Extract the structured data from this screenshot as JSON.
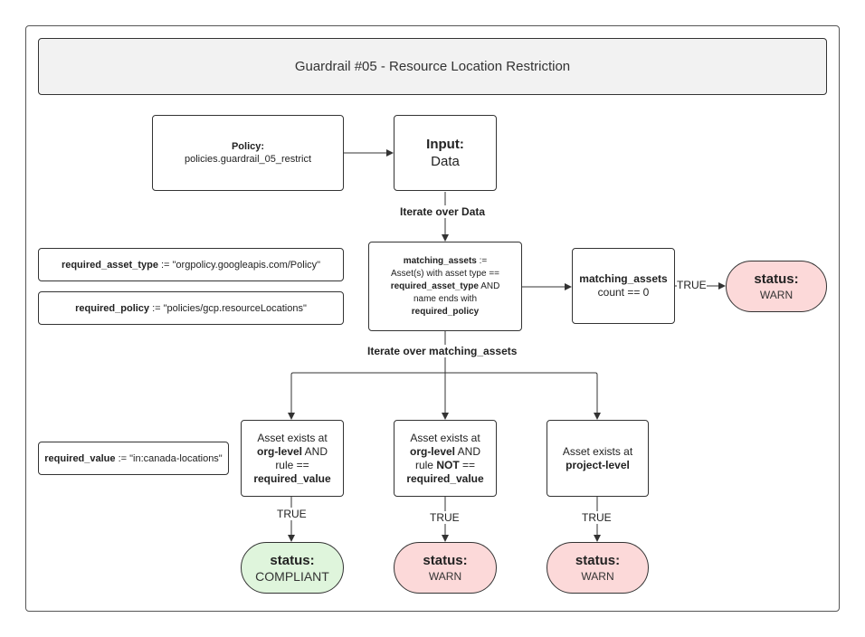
{
  "title": "Guardrail #05 - Resource Location Restriction",
  "policy": {
    "heading": "Policy:",
    "value": "policies.guardrail_05_restrict"
  },
  "input": {
    "heading": "Input:",
    "value": "Data"
  },
  "edge_labels": {
    "iterate_data": "Iterate over Data",
    "iterate_assets": "Iterate over matching_assets",
    "true_top": "TRUE",
    "true_1": "TRUE",
    "true_2": "TRUE",
    "true_3": "TRUE"
  },
  "vars": {
    "asset_type": {
      "name": "required_asset_type",
      "rest": " := \"orgpolicy.googleapis.com/Policy\""
    },
    "policy": {
      "name": "required_policy",
      "rest": " := \"policies/gcp.resourceLocations\""
    },
    "value": {
      "name": "required_value",
      "rest": " := \"in:canada-locations\""
    }
  },
  "matching": {
    "l1_bold": "matching_assets",
    "l1_rest": " :=",
    "l2": "Asset(s) with asset type ==",
    "l3_bold": "required_asset_type",
    "l3_rest": " AND",
    "l4": "name ends with",
    "l5_bold": "required_policy"
  },
  "count": {
    "l1": "matching_assets",
    "l2": "count == 0"
  },
  "cond1": {
    "a": "Asset exists at",
    "b_bold": "org-level",
    "b_rest": " AND",
    "c": "rule ==",
    "d_bold": "required_value"
  },
  "cond2": {
    "a": "Asset exists at",
    "b_bold": "org-level",
    "b_rest": " AND",
    "c_pre": "rule ",
    "c_bold": "NOT",
    "c_post": " ==",
    "d_bold": "required_value"
  },
  "cond3": {
    "a": "Asset exists at",
    "b_bold": "project-level"
  },
  "status_top": {
    "label": "status:",
    "value": "WARN"
  },
  "status_1": {
    "label": "status:",
    "value": "COMPLIANT"
  },
  "status_2": {
    "label": "status:",
    "value": "WARN"
  },
  "status_3": {
    "label": "status:",
    "value": "WARN"
  },
  "colors": {
    "warn_fill": "#fcd9d9",
    "compliant_fill": "#dff5dc",
    "title_fill": "#f2f2f2"
  }
}
